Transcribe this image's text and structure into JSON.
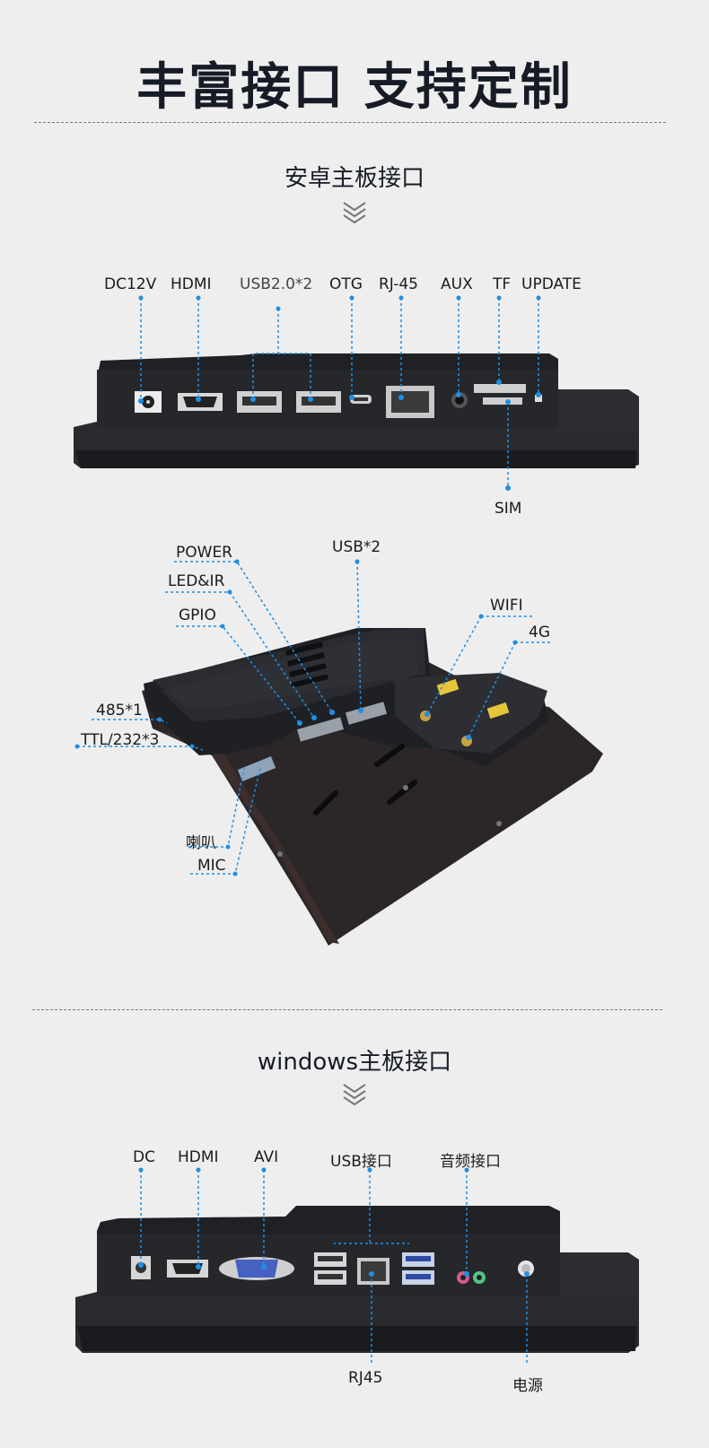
{
  "main_title": "丰富接口 支持定制",
  "section1": {
    "title": "安卓主板接口",
    "top_labels": [
      "DC12V",
      "HDMI",
      "USB2.0*2",
      "OTG",
      "RJ-45",
      "AUX",
      "TF",
      "UPDATE"
    ],
    "bottom_label": "SIM"
  },
  "section2": {
    "labels": {
      "power": "POWER",
      "led_ir": "LED&IR",
      "gpio": "GPIO",
      "usb2": "USB*2",
      "wifi": "WIFI",
      "g4": "4G",
      "rs485": "485*1",
      "ttl": "TTL/232*3",
      "speaker": "喇叭",
      "mic": "MIC"
    }
  },
  "section3": {
    "title": "windows主板接口",
    "top_labels": [
      "DC",
      "HDMI",
      "AVI",
      "USB接口",
      "音频接口"
    ],
    "bottom_labels": [
      "RJ45",
      "电源"
    ]
  },
  "colors": {
    "accent": "#1e8fe6",
    "device": "#1d1e22",
    "background": "#eeeeee"
  }
}
